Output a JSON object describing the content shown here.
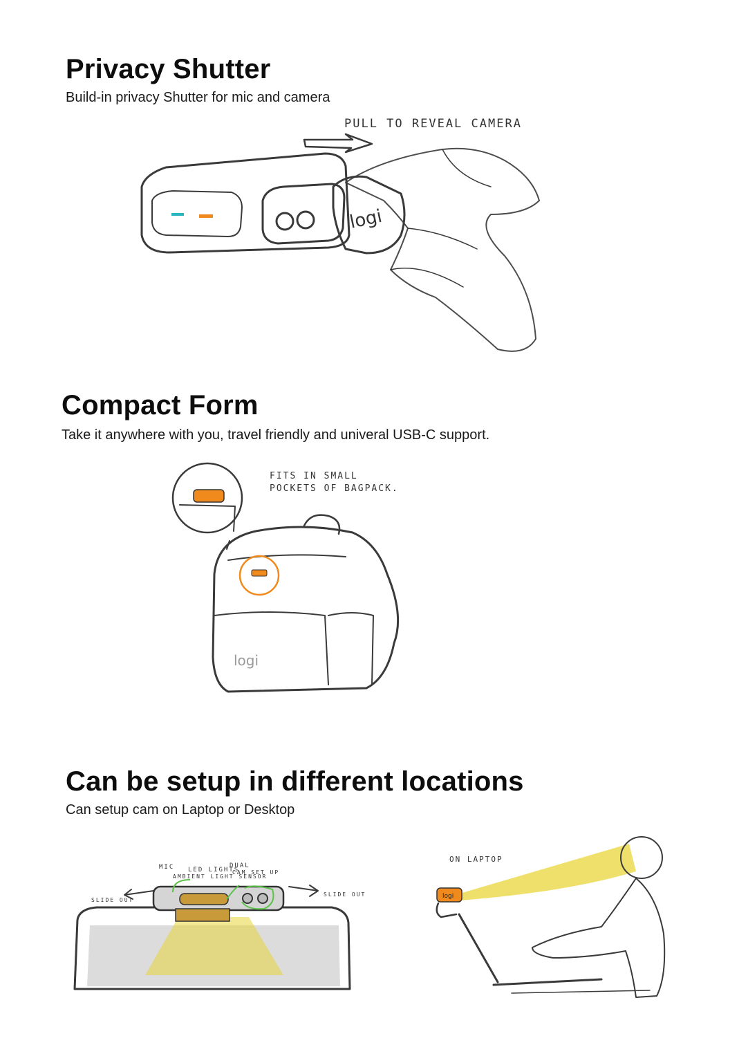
{
  "sections": [
    {
      "title": "Privacy Shutter",
      "subtitle": "Build-in privacy Shutter for mic and camera",
      "annotations": [
        "PULL TO REVEAL CAMERA"
      ],
      "logo_text": "logi"
    },
    {
      "title": "Compact Form",
      "subtitle": "Take it anywhere with you, travel friendly and univeral USB-C support.",
      "annotations": [
        "FITS IN SMALL",
        "POCKETS OF BAGPACK."
      ],
      "logo_text": "logi"
    },
    {
      "title": "Can be setup in different locations",
      "subtitle": "Can setup cam on Laptop or Desktop",
      "desktop_annotations": [
        "MIC",
        "LED LIGHTS",
        "AMBIENT LIGHT SENSOR",
        "DUAL",
        "CAM SET UP",
        "SLIDE OUT",
        "SLIDE OUT"
      ],
      "laptop_annotation": "ON LAPTOP",
      "logo_text": "logi"
    }
  ],
  "colors": {
    "accent_orange": "#f08a1c",
    "accent_teal": "#2bb3c0",
    "accent_green": "#5cc24a",
    "accent_yellow": "#e8d53a"
  }
}
